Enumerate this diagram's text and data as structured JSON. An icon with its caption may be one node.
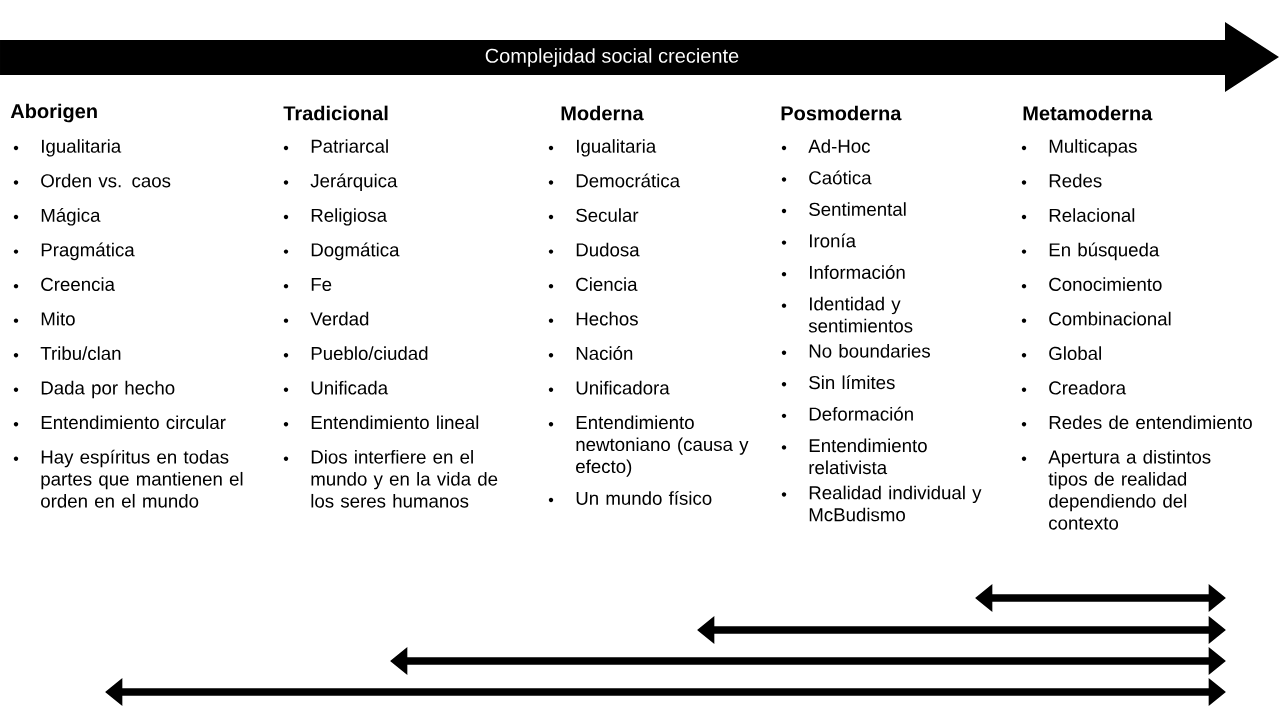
{
  "diagram": {
    "nodes": [
      {
        "text": [
          "Complejidad social creciente"
        ]
      }
    ],
    "labels": [
      "Aborigen",
      "Igualitaria",
      "Orden vs. caos",
      "Mágica",
      "Pragmática",
      "Creencia",
      "Mito",
      "Tribu/clan",
      "Dada por hecho",
      "Entendimiento circular",
      "Hay espíritus en todas partes que mantienen el orden en el mundo",
      "Tradicional",
      "Patriarcal",
      "Jerárquica",
      "Religiosa",
      "Dogmática",
      "Fe",
      "Verdad",
      "Pueblo/ciudad",
      "Unificada",
      "Entendimiento lineal",
      "Dios interfiere en el mundo y en la vida de los seres humanos",
      "Moderna",
      "Igualitaria",
      "Democrática",
      "Secular",
      "Dudosa",
      "Ciencia",
      "Hechos",
      "Nación",
      "Unificadora",
      "Entendimiento newtoniano (causa y efecto)",
      "Un mundo físico",
      "Posmoderna",
      "Ad-Hoc",
      "Caótica",
      "Sentimental",
      "Ironía",
      "Información",
      "Identidad y sentimientos",
      "No boundaries",
      "Sin límites",
      "Deformación",
      "Entendimiento relativista",
      "Realidad individual y McBudismo",
      "Metamoderna",
      "Multicapas",
      "Redes",
      "Relacional",
      "En búsqueda",
      "Conocimiento",
      "Combinacional",
      "Global",
      "Creadora",
      "Redes de entendimiento",
      "Apertura a distintos tipos de realidad dependiendo del contexto"
    ]
  }
}
